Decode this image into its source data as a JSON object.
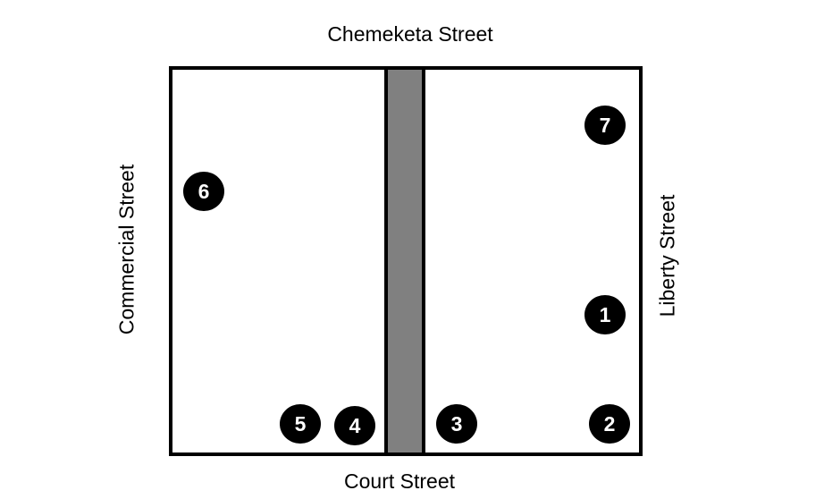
{
  "streets": {
    "north": "Chemeketa Street",
    "south": "Court Street",
    "west": "Commercial Street",
    "east": "Liberty Street"
  },
  "colors": {
    "block_fill": "#ffffff",
    "block_border": "#000000",
    "alley_fill": "#808080",
    "marker_fill": "#000000",
    "marker_text": "#ffffff"
  },
  "markers": [
    {
      "label": "1"
    },
    {
      "label": "2"
    },
    {
      "label": "3"
    },
    {
      "label": "4"
    },
    {
      "label": "5"
    },
    {
      "label": "6"
    },
    {
      "label": "7"
    }
  ]
}
